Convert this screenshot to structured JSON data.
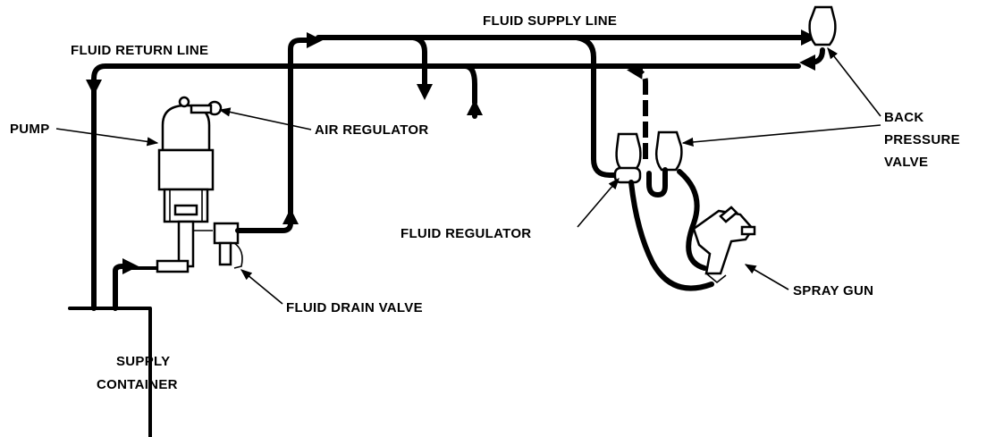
{
  "labels": {
    "fluid_supply_line": "FLUID SUPPLY LINE",
    "fluid_return_line": "FLUID RETURN LINE",
    "pump": "PUMP",
    "air_regulator": "AIR REGULATOR",
    "back_pressure_valve": [
      "BACK",
      "PRESSURE",
      "VALVE"
    ],
    "fluid_regulator": "FLUID REGULATOR",
    "fluid_drain_valve": "FLUID DRAIN VALVE",
    "spray_gun": "SPRAY GUN",
    "supply_container": [
      "SUPPLY",
      "CONTAINER"
    ]
  },
  "colors": {
    "line": "#000000",
    "background": "#ffffff"
  }
}
